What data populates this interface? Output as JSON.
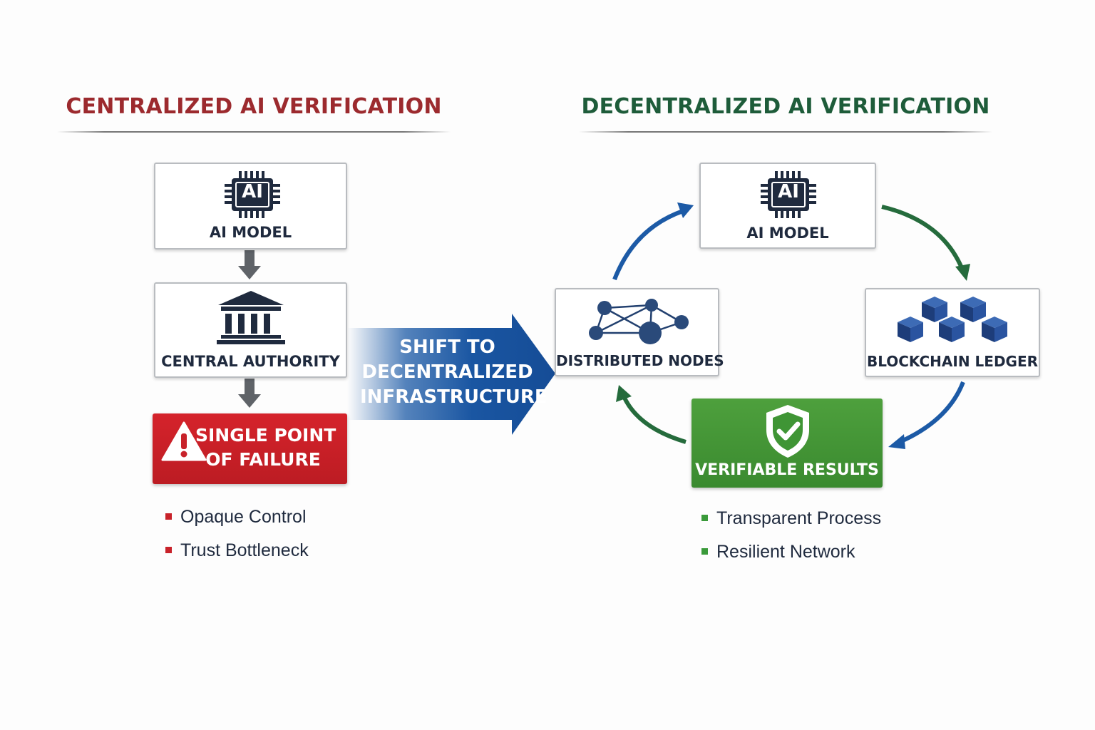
{
  "left_panel": {
    "title": "CENTRALIZED AI VERIFICATION",
    "ai_model_label": "AI MODEL",
    "ai_chip_text": "AI",
    "central_authority_label": "CENTRAL AUTHORITY",
    "failure_line1": "SINGLE POINT",
    "failure_line2": "OF FAILURE",
    "bullets": [
      "Opaque Control",
      "Trust Bottleneck"
    ]
  },
  "transition": {
    "line1": "SHIFT TO",
    "line2": "DECENTRALIZED",
    "line3": "INFRASTRUCTURE"
  },
  "right_panel": {
    "title": "DECENTRALIZED AI VERIFICATION",
    "ai_model_label": "AI MODEL",
    "ai_chip_text": "AI",
    "distributed_nodes_label": "DISTRIBUTED NODES",
    "blockchain_label": "BLOCKCHAIN LEDGER",
    "verifiable_label": "VERIFIABLE RESULTS",
    "bullets": [
      "Transparent Process",
      "Resilient Network"
    ]
  },
  "colors": {
    "centralized_red": "#9c2a2e",
    "decentralized_green": "#1e5c3a",
    "failure_red": "#c8222a",
    "verifiable_green": "#3a8a2f",
    "arrow_blue": "#1c5aa6",
    "arrow_green": "#256b3c",
    "navy": "#1f2a3e"
  },
  "icons": {
    "chip": "ai-chip-icon",
    "authority": "bank-building-icon",
    "warning": "warning-triangle-icon",
    "network": "network-nodes-icon",
    "blocks": "blockchain-cubes-icon",
    "shield": "shield-check-icon"
  }
}
